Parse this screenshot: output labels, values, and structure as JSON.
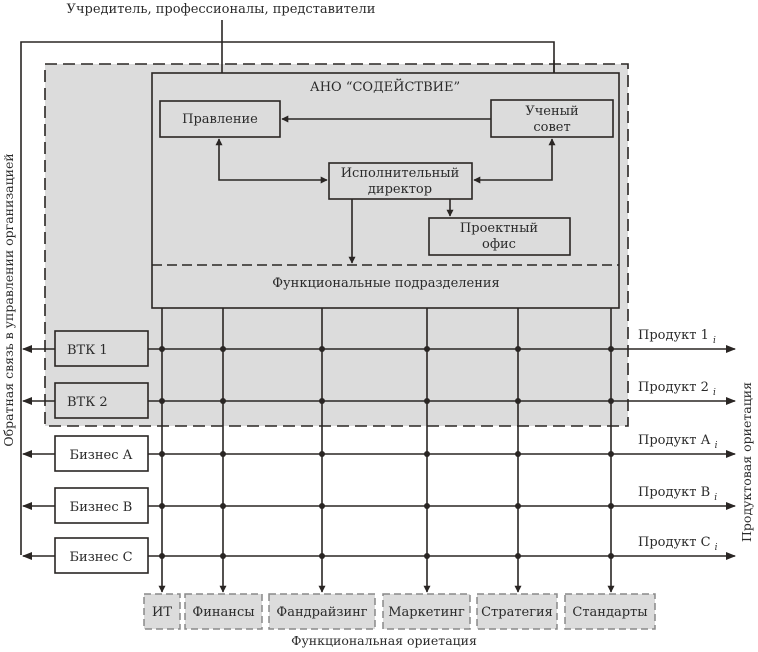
{
  "top_label": "Учредитель, профессионалы, представители",
  "ano_title": "АНО “СОДЕЙСТВИЕ”",
  "boxes": {
    "board": "Правление",
    "scientific_council": [
      "Ученый",
      "совет"
    ],
    "executive_director": [
      "Исполнительный",
      "директор"
    ],
    "project_office": [
      "Проектный",
      "офис"
    ],
    "functional_units": "Функциональные подразделения"
  },
  "rows": [
    {
      "label": "ВТК 1",
      "product": "Продукт 1",
      "shaded": true
    },
    {
      "label": "ВТК 2",
      "product": "Продукт 2",
      "shaded": true
    },
    {
      "label": "Бизнес А",
      "product": "Продукт А",
      "shaded": false
    },
    {
      "label": "Бизнес В",
      "product": "Продукт В",
      "shaded": false
    },
    {
      "label": "Бизнес С",
      "product": "Продукт С",
      "shaded": false
    }
  ],
  "product_subscript": "i",
  "functions": [
    "ИТ",
    "Финансы",
    "Фандрайзинг",
    "Маркетинг",
    "Стратегия",
    "Стандарты"
  ],
  "left_axis_label": "Обратная связь в управлении организацией",
  "right_axis_label": "Продуктовая ориетация",
  "bottom_axis_label": "Функциональная ориетация",
  "colors": {
    "shade": "#dcdcdc",
    "line": "#2a2624",
    "white": "#ffffff"
  }
}
